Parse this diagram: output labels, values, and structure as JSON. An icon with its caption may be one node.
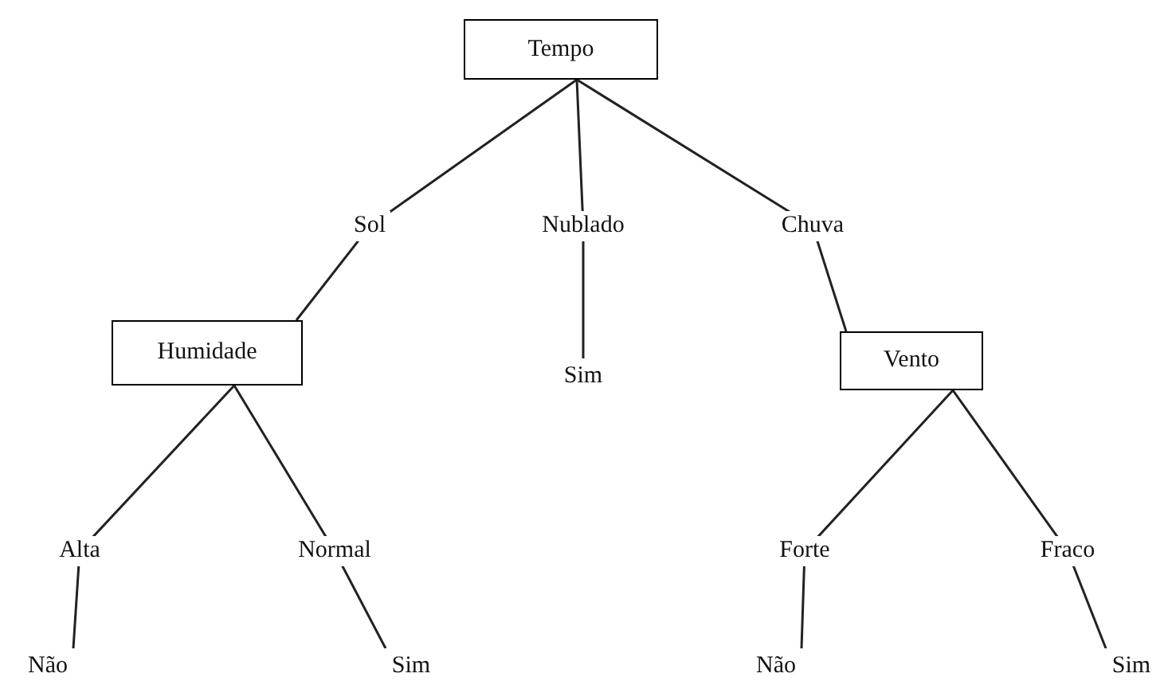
{
  "diagram": {
    "nodes": [
      {
        "text": [
          "Tempo"
        ]
      },
      {
        "text": [
          "Humidade"
        ]
      },
      {
        "text": [
          "Sim"
        ]
      },
      {
        "text": [
          "Vento"
        ]
      },
      {
        "text": [
          "Não"
        ]
      },
      {
        "text": [
          "Sim"
        ]
      },
      {
        "text": [
          "Não"
        ]
      },
      {
        "text": [
          "Sim"
        ]
      }
    ],
    "edges": [
      {
        "from": 0,
        "to": 1,
        "arrow": "none",
        "label": "Sol"
      },
      {
        "from": 0,
        "to": 2,
        "arrow": "none",
        "label": "Nublado"
      },
      {
        "from": 0,
        "to": 3,
        "arrow": "none",
        "label": "Chuva"
      },
      {
        "from": 1,
        "to": 4,
        "arrow": "none",
        "label": "Alta"
      },
      {
        "from": 1,
        "to": 5,
        "arrow": "none",
        "label": "Normal"
      },
      {
        "from": 3,
        "to": 6,
        "arrow": "none",
        "label": "Forte"
      },
      {
        "from": 3,
        "to": 7,
        "arrow": "none",
        "label": "Fraco"
      }
    ]
  }
}
